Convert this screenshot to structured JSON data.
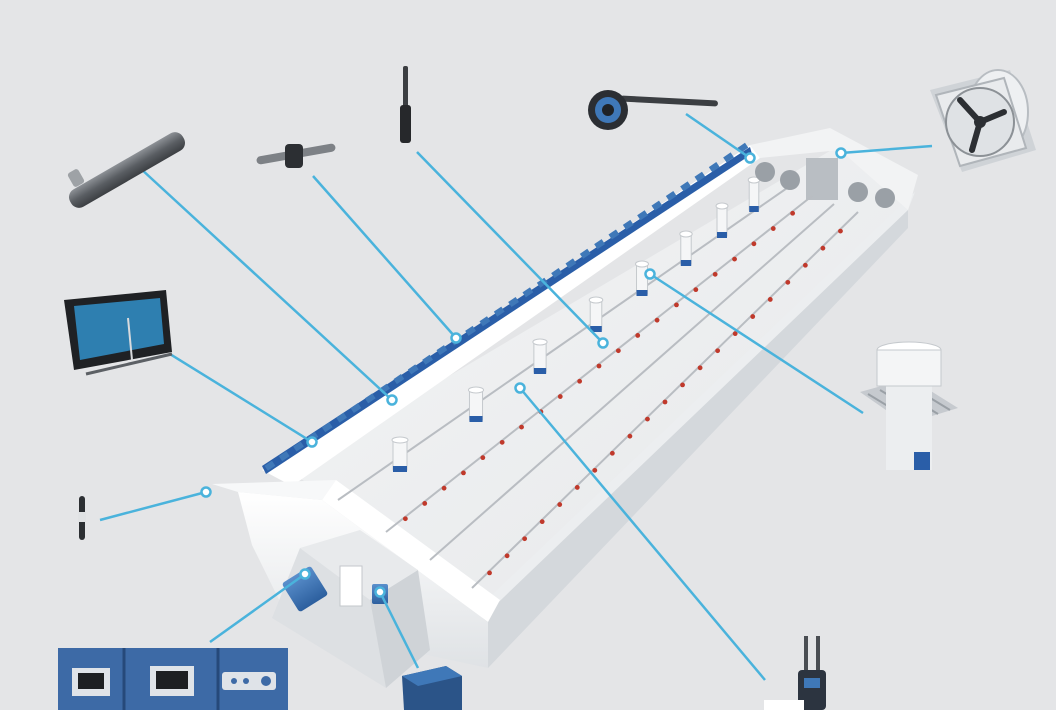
{
  "diagram": {
    "type": "poultry-house-equipment-overview",
    "colors": {
      "background": "#e4e5e7",
      "connector": "#4ab3dc",
      "brand_blue": "#2a5ea8",
      "panel_blue": "#3f78b8",
      "nipple_red": "#c0392b",
      "structure_white": "#f5f6f7",
      "structure_shade": "#d7dadd"
    },
    "components": [
      {
        "id": "heater",
        "icon": "tube-heater-icon"
      },
      {
        "id": "meter",
        "icon": "inline-meter-icon"
      },
      {
        "id": "antenna",
        "icon": "antenna-sensor-icon"
      },
      {
        "id": "sensor",
        "icon": "round-sensor-probe-icon"
      },
      {
        "id": "fan",
        "icon": "exhaust-fan-icon"
      },
      {
        "id": "controller",
        "icon": "controller-screen-icon"
      },
      {
        "id": "chimney",
        "icon": "roof-chimney-icon"
      },
      {
        "id": "probe",
        "icon": "small-probe-icon"
      },
      {
        "id": "control-panel",
        "icon": "control-panel-icon"
      },
      {
        "id": "hopper",
        "icon": "feed-hopper-icon"
      },
      {
        "id": "weigher",
        "icon": "bird-scale-icon"
      }
    ]
  }
}
